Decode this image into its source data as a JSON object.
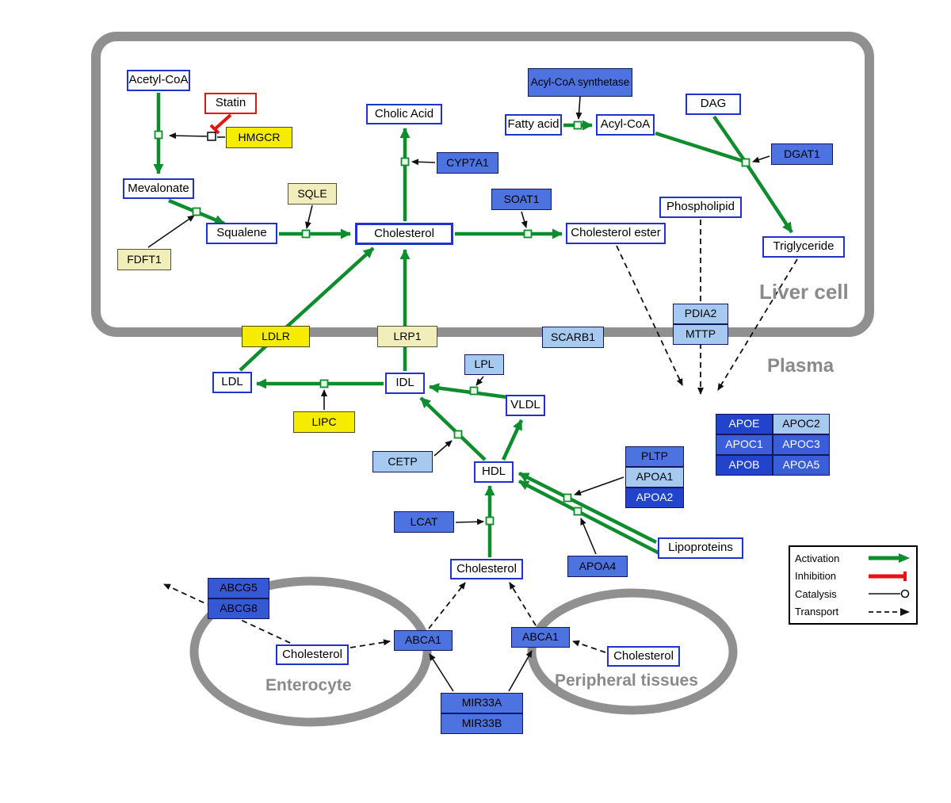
{
  "compartments": {
    "liver": "Liver cell",
    "plasma": "Plasma",
    "enterocyte": "Enterocyte",
    "peripheral": "Peripheral tissues"
  },
  "metabolites": {
    "acetyl_coa": "Acetyl-CoA",
    "mevalonate": "Mevalonate",
    "squalene": "Squalene",
    "cholesterol": "Cholesterol",
    "cholic_acid": "Cholic Acid",
    "fatty_acid": "Fatty acid",
    "acyl_coa": "Acyl-CoA",
    "dag": "DAG",
    "phospholipid": "Phospholipid",
    "triglyceride": "Triglyceride",
    "cholesterol_ester": "Cholesterol ester",
    "ldl": "LDL",
    "idl": "IDL",
    "vldl": "VLDL",
    "hdl": "HDL",
    "lipoproteins": "Lipoproteins"
  },
  "genes": {
    "statin": "Statin",
    "hmgcr": "HMGCR",
    "sqle": "SQLE",
    "fdft1": "FDFT1",
    "cyp7a1": "CYP7A1",
    "soat1": "SOAT1",
    "acyl_coa_synthetase": "Acyl-CoA synthetase",
    "dgat1": "DGAT1",
    "pdia2": "PDIA2",
    "mttp": "MTTP",
    "scarb1": "SCARB1",
    "ldlr": "LDLR",
    "lrp1": "LRP1",
    "lpl": "LPL",
    "lipc": "LIPC",
    "cetp": "CETP",
    "lcat": "LCAT",
    "pltp": "PLTP",
    "apoa1": "APOA1",
    "apoa2": "APOA2",
    "apoa4": "APOA4",
    "apoe": "APOE",
    "apoc1": "APOC1",
    "apoc2": "APOC2",
    "apoc3": "APOC3",
    "apob": "APOB",
    "apoa5": "APOA5",
    "abcg5": "ABCG5",
    "abcg8": "ABCG8",
    "abca1": "ABCA1",
    "mir33a": "MIR33A",
    "mir33b": "MIR33B"
  },
  "legend": {
    "activation": "Activation",
    "inhibition": "Inhibition",
    "catalysis": "Catalysis",
    "transport": "Transport"
  },
  "colors": {
    "activation_green": "#0e8c2e",
    "inhibition_red": "#e81212",
    "metabolite_border_blue": "#2033cc",
    "gene_dark_blue": "#2244cc",
    "gene_medium_blue": "#4d73e0",
    "gene_light_blue": "#a6c9f0",
    "highlight_yellow": "#f5ec00",
    "pale_yellow": "#f2eebb",
    "compartment_gray": "#909090"
  }
}
